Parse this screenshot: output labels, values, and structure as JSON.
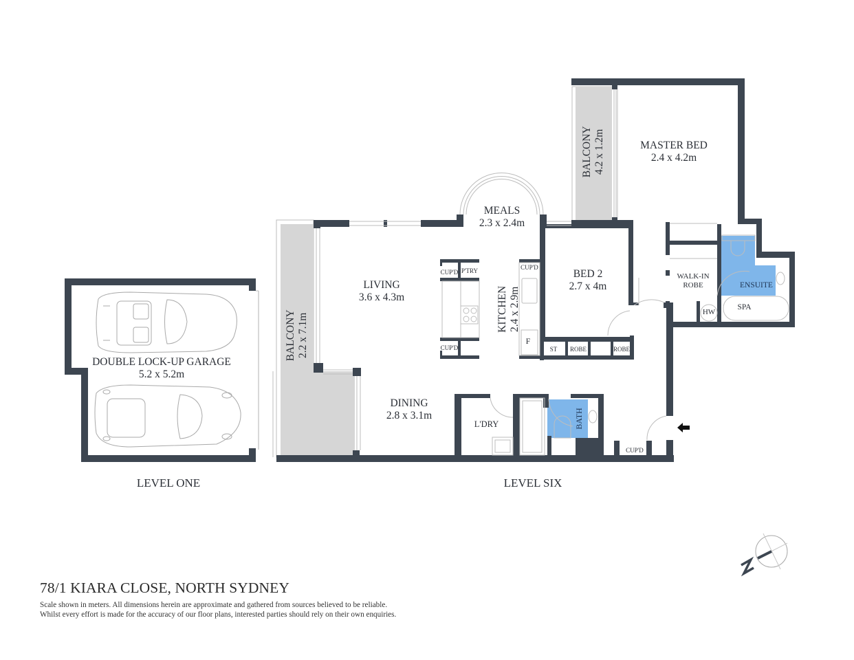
{
  "property": {
    "address": "78/1 KIARA CLOSE, NORTH SYDNEY",
    "disclaimer_line1": "Scale shown in meters. All dimensions herein are approximate and gathered from sources believed to be  reliable.",
    "disclaimer_line2": "Whilst every effort is made for the accuracy of our floor plans, interested parties should rely on their own enquiries."
  },
  "colors": {
    "wall": "#3d4651",
    "balcony_fill": "#d6d6d6",
    "wet_area": "#7fb6ea",
    "outline": "#bdbdbd"
  },
  "levels": [
    {
      "label": "LEVEL ONE"
    },
    {
      "label": "LEVEL SIX"
    }
  ],
  "rooms": {
    "garage": {
      "name": "DOUBLE LOCK-UP GARAGE",
      "size": "5.2 x 5.2m"
    },
    "living": {
      "name": "LIVING",
      "size": "3.6 x 4.3m"
    },
    "meals": {
      "name": "MEALS",
      "size": "2.3 x 2.4m"
    },
    "kitchen": {
      "name": "KITCHEN",
      "size": "2.4 x 2.9m"
    },
    "dining": {
      "name": "DINING",
      "size": "2.8 x 3.1m"
    },
    "balcony_main": {
      "name": "BALCONY",
      "size": "2.2 x 7.1m"
    },
    "balcony_master": {
      "name": "BALCONY",
      "size": "4.2 x 1.2m"
    },
    "master_bed": {
      "name": "MASTER BED",
      "size": "2.4 x 4.2m"
    },
    "bed2": {
      "name": "BED 2",
      "size": "2.7 x 4m"
    },
    "walk_in_robe": {
      "name": "WALK-IN",
      "name2": "ROBE"
    },
    "ensuite": {
      "name": "ENSUITE"
    },
    "spa": {
      "name": "SPA"
    },
    "hw": {
      "name": "HW"
    },
    "laundry": {
      "name": "L'DRY"
    },
    "bath": {
      "name": "BATH"
    }
  },
  "fixtures": {
    "cupd_1": "CUP'D",
    "pantry": "P'TRY",
    "cupd_2": "CUP'D",
    "cupd_3": "CUP'D",
    "fridge": "F",
    "storage": "ST",
    "robe_1": "ROBE",
    "robe_2": "ROBE",
    "cupd_entry": "CUP'D"
  },
  "compass": {
    "label": "N",
    "icon": "north-arrow-icon"
  },
  "entry": {
    "icon": "entry-arrow-icon"
  }
}
